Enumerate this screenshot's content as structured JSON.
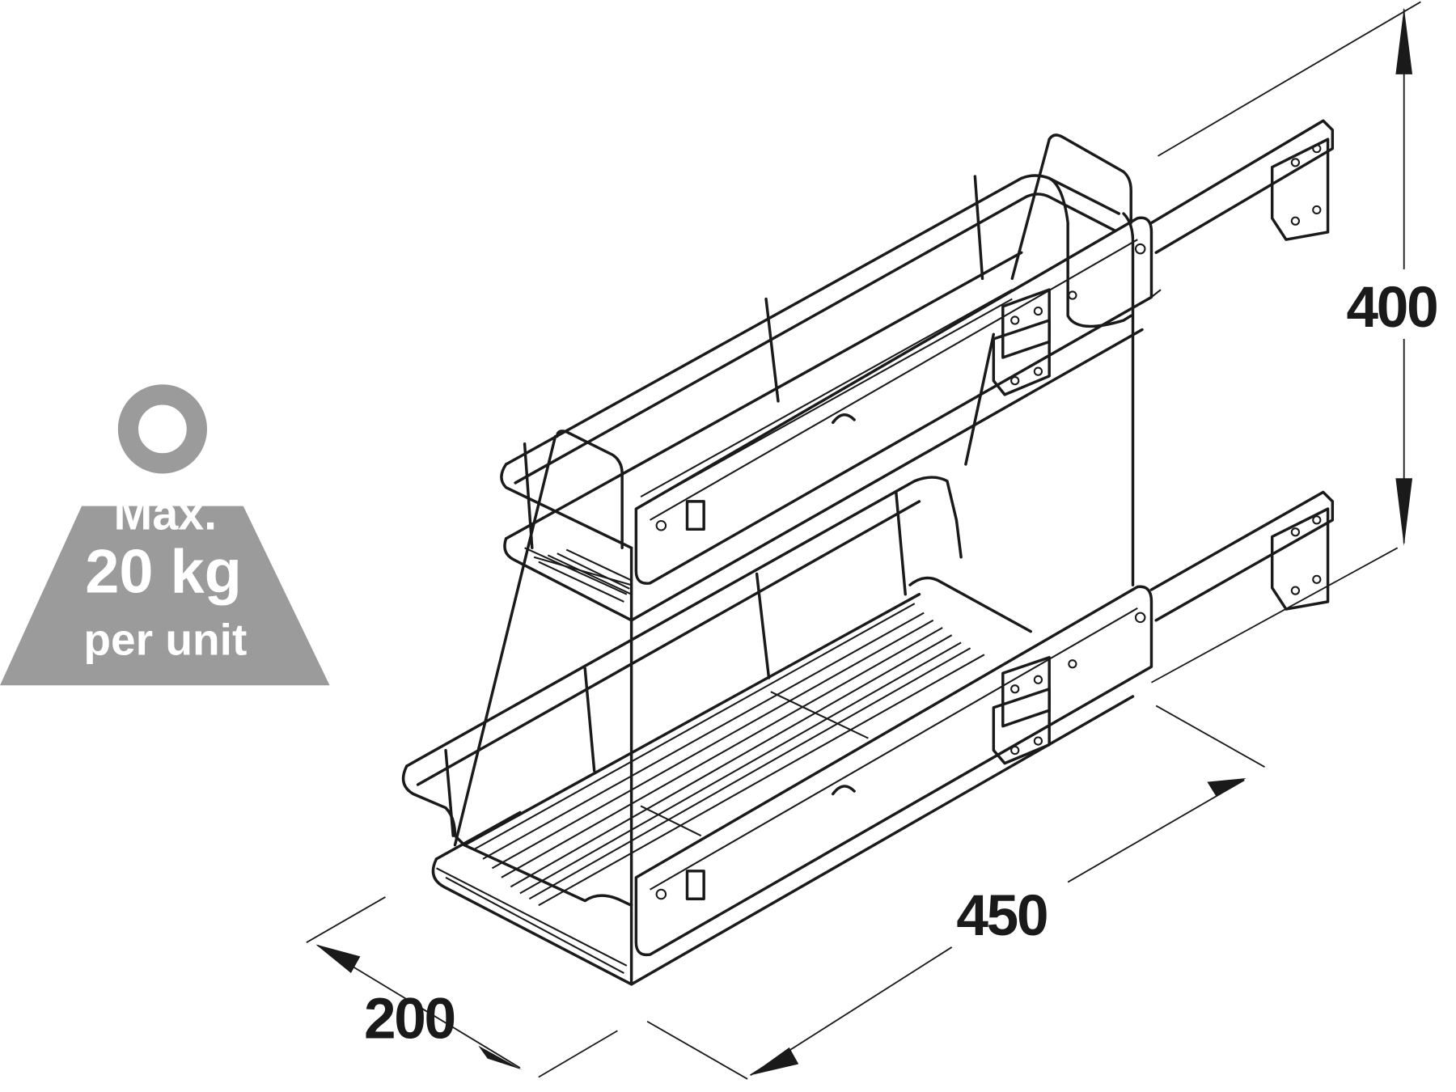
{
  "weight_badge": {
    "line1": "Max.",
    "line2": "20 kg",
    "line3": "per unit",
    "color": "#9b9b9b"
  },
  "dimensions": {
    "height": "400",
    "depth": "450",
    "width": "200"
  }
}
